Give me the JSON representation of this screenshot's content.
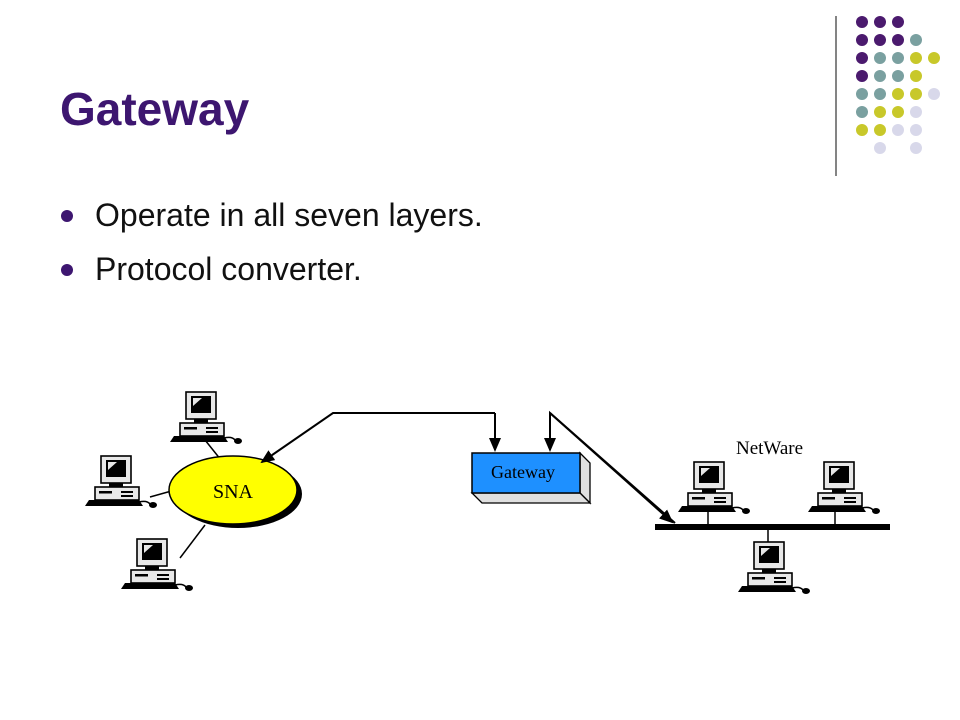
{
  "slide": {
    "title": "Gateway",
    "bullets": [
      "Operate in all seven layers.",
      "Protocol converter."
    ]
  },
  "diagram": {
    "sna_label": "SNA",
    "gateway_label": "Gateway",
    "netware_label": "NetWare"
  },
  "colors": {
    "title": "#3d1670",
    "sna_ellipse": "#ffff00",
    "gateway_box": "#1e90ff",
    "deco_purple": "#4b1a6e",
    "deco_teal": "#7aa0a0",
    "deco_yellow": "#c8c82a",
    "deco_lavender": "#d8d8ea"
  }
}
